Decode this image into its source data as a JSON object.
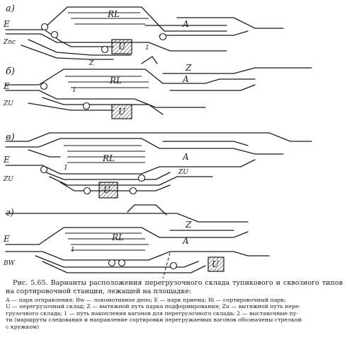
{
  "variants": [
    {
      "id": "a",
      "label": "а)",
      "tracks": {
        "E": "E",
        "RL": "RL",
        "A": "A",
        "Z_side": "Zпс",
        "U": "U",
        "Z": "Z",
        "one": "1"
      }
    },
    {
      "id": "b",
      "label": "б)",
      "tracks": {
        "E": "E",
        "RL": "RL",
        "A": "A",
        "Z_side": "ZU",
        "U": "U",
        "Z": "Z",
        "one": "1"
      }
    },
    {
      "id": "v",
      "label": "в)",
      "tracks": {
        "E": "E",
        "RL": "RL",
        "A": "A",
        "Z_side": "ZU",
        "ZU_right": "ZU",
        "U": "U",
        "one": "1"
      }
    },
    {
      "id": "g",
      "label": "г)",
      "tracks": {
        "E": "E",
        "RL": "RL",
        "A": "A",
        "BW": "BW",
        "U": "U",
        "Z": "Z",
        "one": "1"
      }
    }
  ],
  "caption": {
    "title": "Рис. 5.65. Варианты расположения перегрузочного склада тупикового и сквозного типов на сортировочной станции, лежащей на площадке:",
    "legend": [
      "А — парк отправления; Bw — локомотивное депо; Е — парк приема; Rl — сортировочный парк;",
      "U — перегрузочный склад; Z — вытяжной путь парка подформирования; Zu — вытяжной путь пере-",
      "грузочного склада; 1 — путь накопления вагонов для перегрузочного склада; 2 — выставочные пу-",
      "ти (маршруты следования и направление сортировки перегружаемых вагонов обозначены стрелкой",
      "с кружком)"
    ]
  }
}
